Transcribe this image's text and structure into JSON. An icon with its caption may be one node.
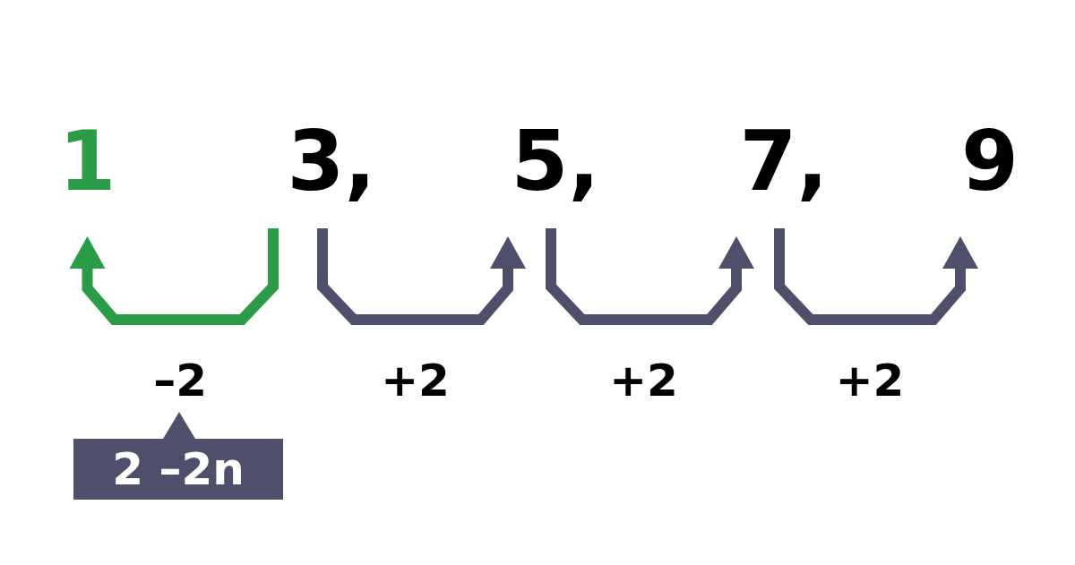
{
  "diagram": {
    "nodes": [
      {
        "text": [
          "1"
        ]
      },
      {
        "text": [
          "3,"
        ]
      },
      {
        "text": [
          "5,"
        ]
      },
      {
        "text": [
          "7,"
        ]
      },
      {
        "text": [
          "9"
        ]
      },
      {
        "text": [
          "2 –2n"
        ]
      }
    ],
    "edges": [
      {
        "from": 1,
        "to": 0,
        "arrow": "to",
        "label": "–2",
        "color": "#2c9b48"
      },
      {
        "from": 1,
        "to": 2,
        "arrow": "to",
        "label": "+2"
      },
      {
        "from": 2,
        "to": 3,
        "arrow": "to",
        "label": "+2"
      },
      {
        "from": 3,
        "to": 4,
        "arrow": "to",
        "label": "+2"
      }
    ]
  }
}
